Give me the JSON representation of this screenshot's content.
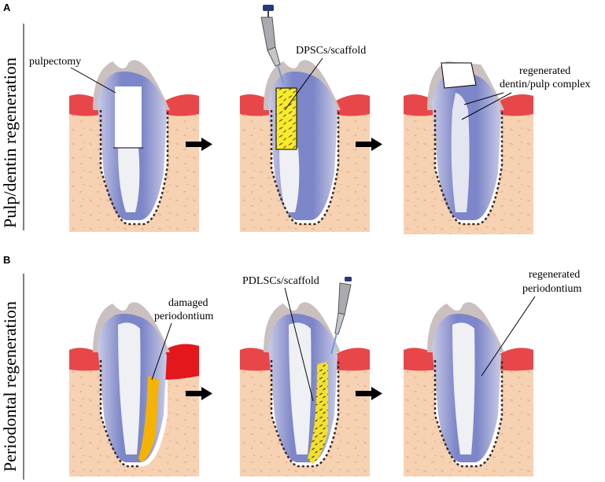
{
  "panels": [
    {
      "letter": "A",
      "title": "Pulp/dentin regeneration",
      "annotations": {
        "pulpectomy": "pulpectomy",
        "scaffold": "DPSCs/scaffold",
        "result_line1": "regenerated",
        "result_line2": "dentin/pulp complex"
      }
    },
    {
      "letter": "B",
      "title": "Periodontal regeneration",
      "annotations": {
        "damaged_line1": "damaged",
        "damaged_line2": "periodontium",
        "scaffold": "PDLSCs/scaffold",
        "result_line1": "regenerated",
        "result_line2": "periodontium"
      }
    }
  ],
  "colors": {
    "bone": "#f6d2b3",
    "bone_speckle": "#e6b894",
    "gum": "#e8474a",
    "gum_damaged": "#e4181c",
    "enamel": "#c9c0bf",
    "dentin": "#8f97d0",
    "pulp": "#eef0f4",
    "scaffold_dp": "#f3ee2a",
    "scaffold_pdl": "#f2e02a",
    "damaged_pdl": "#f5b300",
    "pipette": "#a9abb0",
    "ligament": "#3a2a22"
  }
}
